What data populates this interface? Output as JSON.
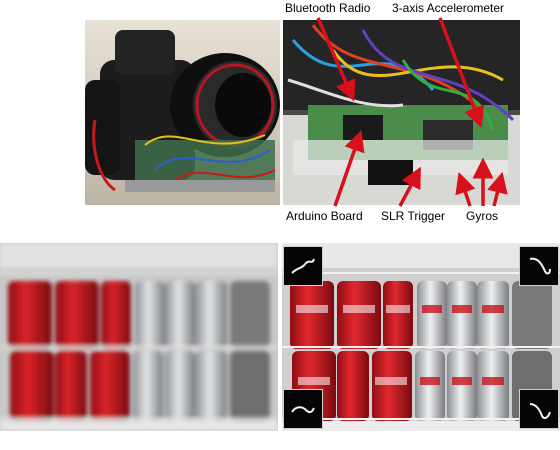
{
  "labels": {
    "bluetooth_radio": "Bluetooth Radio",
    "accelerometer": "3-axis Accelerometer",
    "arduino_board": "Arduino Board",
    "slr_trigger": "SLR Trigger",
    "gyros": "Gyros"
  },
  "colors": {
    "arrow": "#d8101c",
    "can_red": "#c8141c",
    "can_silver": "#b9bcbf",
    "shelf_wire": "#e6e6e6"
  },
  "photos": {
    "camera_photo": "camera-with-sensor-rig",
    "sensor_closeup": "sensor-board-closeup",
    "blurry_cans": "blurry-soda-cans",
    "deblurred_cans": "deblurred-soda-cans"
  }
}
